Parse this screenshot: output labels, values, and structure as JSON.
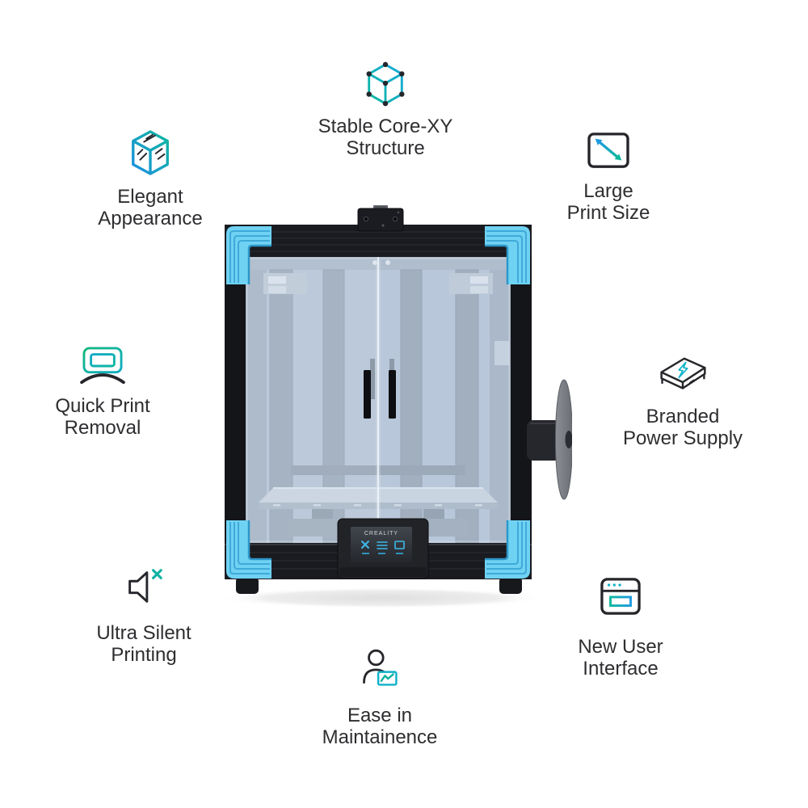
{
  "page": {
    "background": "#ffffff"
  },
  "features": {
    "core_xy": {
      "line1": "Stable Core-XY",
      "line2": "Structure"
    },
    "elegant": {
      "line1": "Elegant",
      "line2": "Appearance"
    },
    "print_size": {
      "line1": "Large",
      "line2": "Print Size"
    },
    "quick_removal": {
      "line1": "Quick Print",
      "line2": "Removal"
    },
    "power_supply": {
      "line1": "Branded",
      "line2": "Power Supply"
    },
    "silent": {
      "line1": "Ultra Silent",
      "line2": "Printing"
    },
    "ui": {
      "line1": "New User",
      "line2": "Interface"
    },
    "maintenance": {
      "line1": "Ease in",
      "line2": "Maintainence"
    }
  },
  "printer": {
    "brand": "CREALITY",
    "screen_icons": [
      "tools",
      "menu",
      "status"
    ],
    "colors": {
      "accent_cyan": "#6fd2f3",
      "corner_ridge": "#3fa9d9",
      "frame_black": "#17181c",
      "panel_tint": "#b9c7d9",
      "icon_teal": "#0db79f",
      "icon_blue": "#1d9ae0",
      "icon_dark": "#26262a",
      "text": "#2e2e31"
    }
  }
}
